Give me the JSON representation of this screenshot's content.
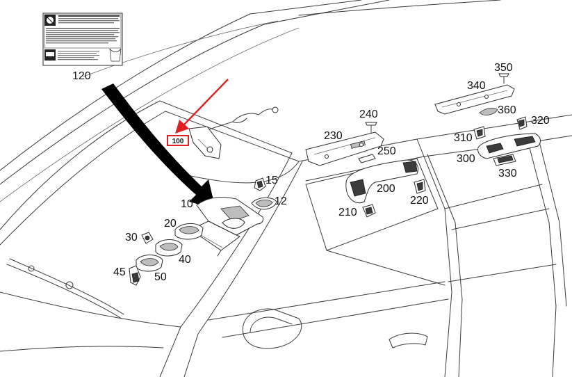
{
  "diagram": {
    "callouts": [
      {
        "id": "10",
        "label": "10"
      },
      {
        "id": "12",
        "label": "12"
      },
      {
        "id": "15",
        "label": "15"
      },
      {
        "id": "20",
        "label": "20"
      },
      {
        "id": "30",
        "label": "30"
      },
      {
        "id": "40",
        "label": "40"
      },
      {
        "id": "45",
        "label": "45"
      },
      {
        "id": "50",
        "label": "50"
      },
      {
        "id": "120",
        "label": "120"
      },
      {
        "id": "200",
        "label": "200"
      },
      {
        "id": "210",
        "label": "210"
      },
      {
        "id": "220",
        "label": "220"
      },
      {
        "id": "230",
        "label": "230"
      },
      {
        "id": "240",
        "label": "240"
      },
      {
        "id": "250",
        "label": "250"
      },
      {
        "id": "300",
        "label": "300"
      },
      {
        "id": "310",
        "label": "310"
      },
      {
        "id": "320",
        "label": "320"
      },
      {
        "id": "330",
        "label": "330"
      },
      {
        "id": "340",
        "label": "340"
      },
      {
        "id": "350",
        "label": "350"
      },
      {
        "id": "360",
        "label": "360"
      }
    ],
    "highlight": {
      "label": "100",
      "color": "#e02020"
    },
    "pointer_arrow_color": "#e02020",
    "curved_arrow_color": "#000000"
  }
}
